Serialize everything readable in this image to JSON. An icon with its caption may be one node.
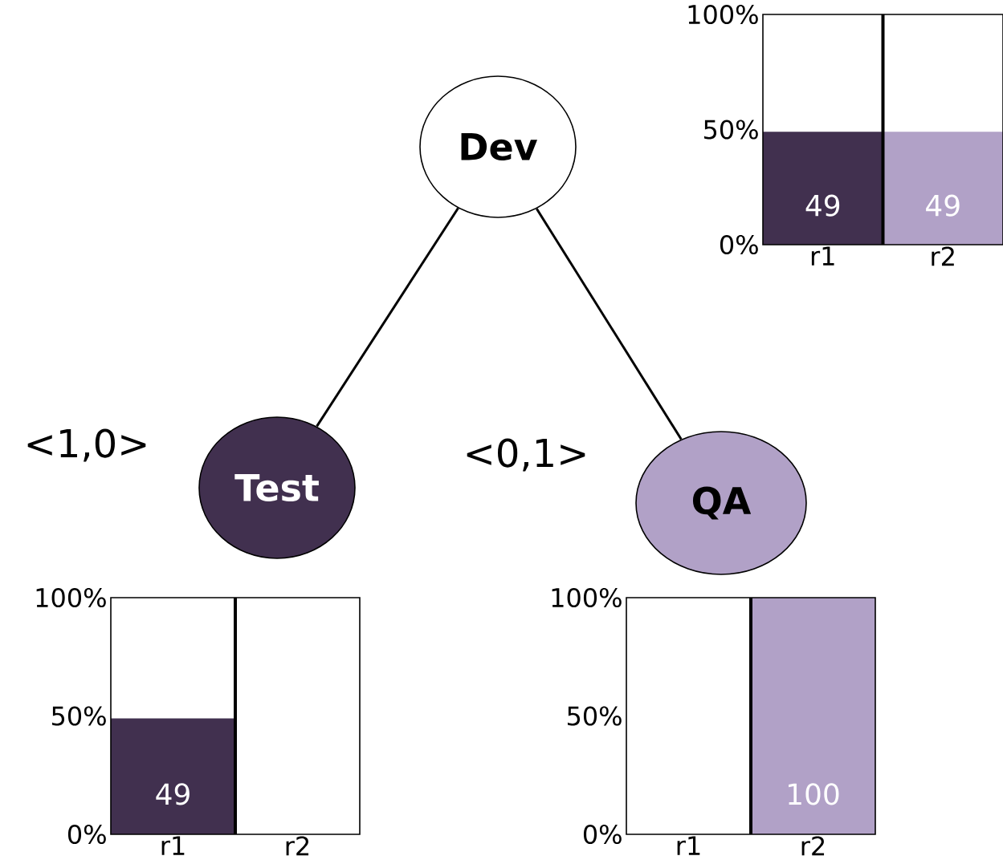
{
  "diagram": {
    "nodes": [
      {
        "text": [
          "Dev"
        ]
      },
      {
        "text": [
          "Test"
        ]
      },
      {
        "text": [
          "QA"
        ]
      }
    ],
    "edges": [
      {
        "from": 0,
        "to": 1,
        "arrow": "none"
      },
      {
        "from": 0,
        "to": 2,
        "arrow": "none"
      }
    ],
    "labels": [
      "<1,0>",
      "<0,1>"
    ],
    "chart_data": [
      {
        "type": "bar",
        "categories": [
          "r1",
          "r2"
        ],
        "ylim": [
          0,
          100
        ],
        "yticks": [
          {
            "value": 0,
            "label": "0%"
          },
          {
            "value": 50,
            "label": "50%"
          },
          {
            "value": 100,
            "label": "100%"
          }
        ],
        "data_labels": true,
        "series": [
          {
            "color": "#41304f",
            "values": [
              49,
              null
            ]
          },
          {
            "color": "#b1a1c7",
            "values": [
              null,
              49
            ]
          }
        ]
      },
      {
        "type": "bar",
        "categories": [
          "r1",
          "r2"
        ],
        "ylim": [
          0,
          100
        ],
        "yticks": [
          {
            "value": 0,
            "label": "0%"
          },
          {
            "value": 50,
            "label": "50%"
          },
          {
            "value": 100,
            "label": "100%"
          }
        ],
        "data_labels": true,
        "series": [
          {
            "color": "#41304f",
            "values": [
              49,
              null
            ]
          }
        ]
      },
      {
        "type": "bar",
        "categories": [
          "r1",
          "r2"
        ],
        "ylim": [
          0,
          100
        ],
        "yticks": [
          {
            "value": 0,
            "label": "0%"
          },
          {
            "value": 50,
            "label": "50%"
          },
          {
            "value": 100,
            "label": "100%"
          }
        ],
        "data_labels": true,
        "series": [
          {
            "color": "#b1a1c7",
            "values": [
              null,
              100
            ]
          }
        ]
      }
    ]
  }
}
